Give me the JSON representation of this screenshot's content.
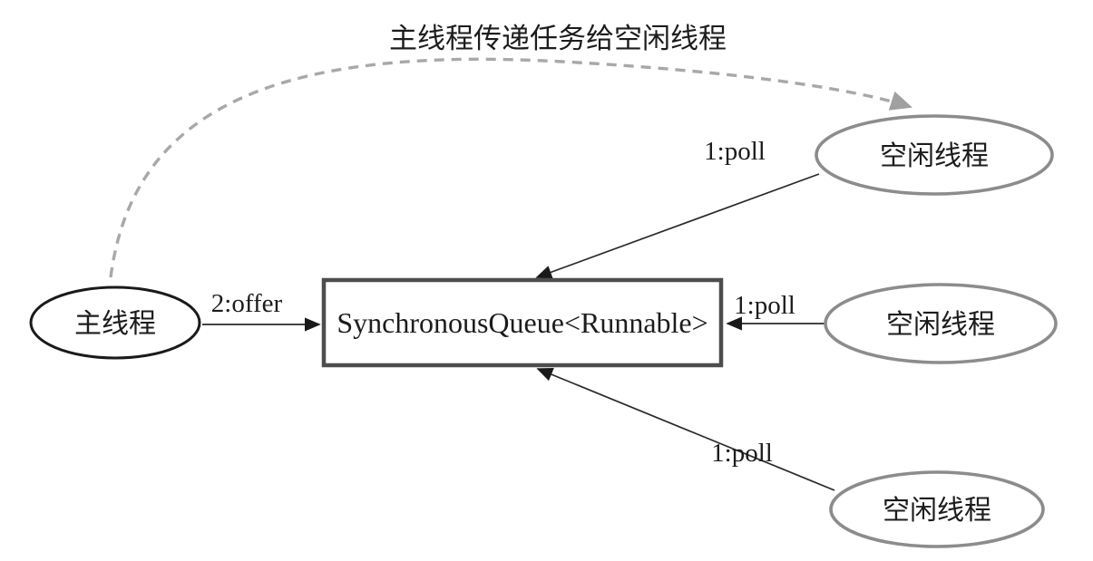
{
  "diagram": {
    "background_color": "#ffffff",
    "nodes": {
      "main_thread": {
        "label": "主线程",
        "shape": "ellipse",
        "stroke_color": "#1a1a1a"
      },
      "queue": {
        "label": "SynchronousQueue<Runnable>",
        "shape": "rectangle",
        "stroke_color": "#4d4d4d"
      },
      "idle_thread_top": {
        "label": "空闲线程",
        "shape": "ellipse",
        "stroke_color": "#8c8c8c"
      },
      "idle_thread_middle": {
        "label": "空闲线程",
        "shape": "ellipse",
        "stroke_color": "#8c8c8c"
      },
      "idle_thread_bottom": {
        "label": "空闲线程",
        "shape": "ellipse",
        "stroke_color": "#8c8c8c"
      }
    },
    "edges": {
      "offer": {
        "label": "2:offer",
        "from": "main_thread",
        "to": "queue",
        "style": "solid",
        "color": "#1a1a1a"
      },
      "poll_top": {
        "label": "1:poll",
        "from": "idle_thread_top",
        "to": "queue",
        "style": "solid",
        "color": "#1a1a1a"
      },
      "poll_middle": {
        "label": "1:poll",
        "from": "idle_thread_middle",
        "to": "queue",
        "style": "solid",
        "color": "#1a1a1a"
      },
      "poll_bottom": {
        "label": "1:poll",
        "from": "idle_thread_bottom",
        "to": "queue",
        "style": "solid",
        "color": "#1a1a1a"
      },
      "handoff": {
        "label": "主线程传递任务给空闲线程",
        "from": "main_thread",
        "to": "idle_thread_top",
        "style": "dashed",
        "color": "#a8a8a8"
      }
    }
  }
}
